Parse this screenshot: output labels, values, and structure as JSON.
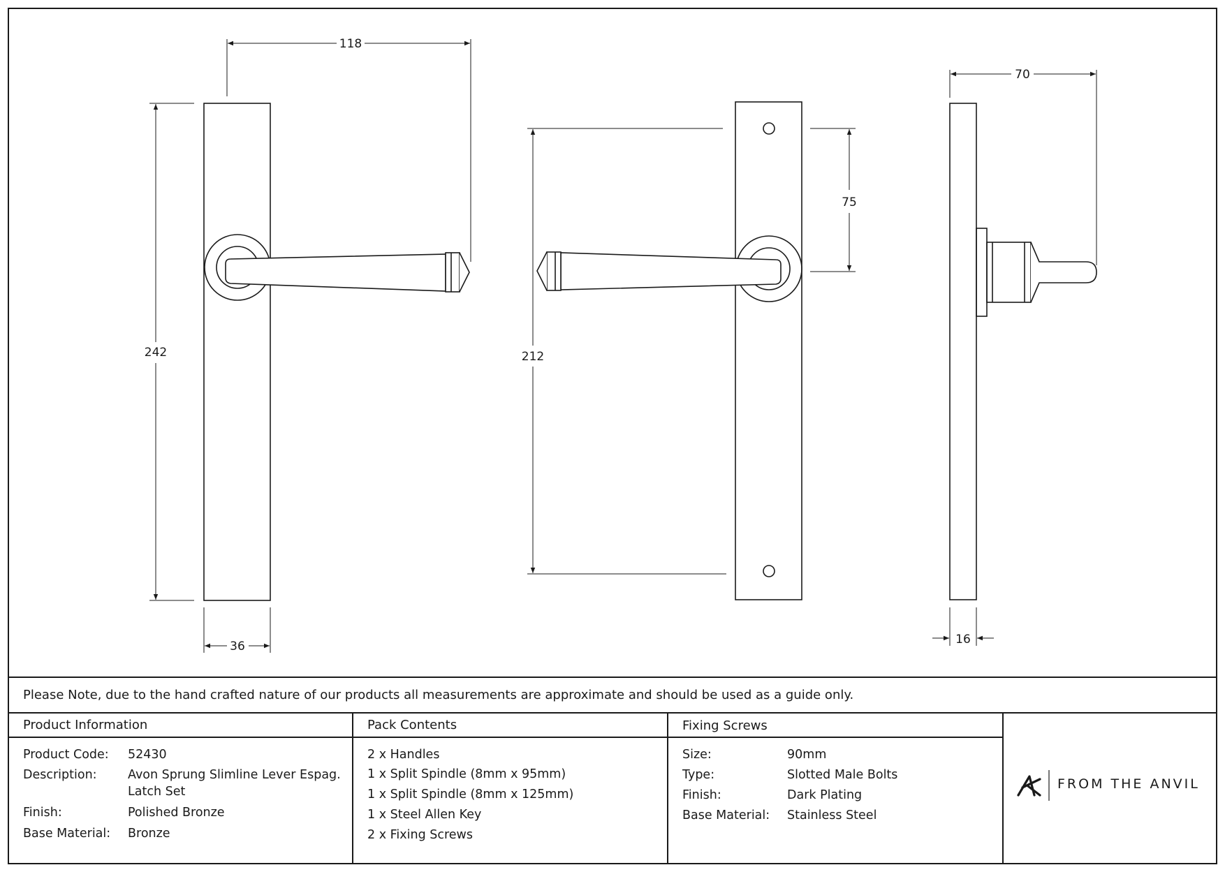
{
  "dimensions": {
    "front_width_overall": "118",
    "front_height": "242",
    "front_plate_width": "36",
    "back_fixing_centres": "212",
    "back_spindle_offset": "75",
    "side_projection": "70",
    "side_plate_depth": "16"
  },
  "note": "Please Note, due to the hand crafted nature of our products all measurements are approximate and should be used as a guide only.",
  "product_info": {
    "header": "Product Information",
    "rows": [
      {
        "label": "Product Code:",
        "value": "52430"
      },
      {
        "label": "Description:",
        "value": "Avon Sprung Slimline Lever Espag.",
        "value2": "Latch Set"
      },
      {
        "label": "Finish:",
        "value": "Polished Bronze"
      },
      {
        "label": "Base Material:",
        "value": "Bronze"
      }
    ]
  },
  "pack_contents": {
    "header": "Pack Contents",
    "items": [
      "2 x Handles",
      "1 x Split Spindle (8mm x 95mm)",
      "1 x Split Spindle (8mm x 125mm)",
      "1 x Steel Allen Key",
      "2 x Fixing Screws"
    ]
  },
  "fixing_screws": {
    "header": "Fixing Screws",
    "rows": [
      {
        "label": "Size:",
        "value": "90mm"
      },
      {
        "label": "Type:",
        "value": "Slotted Male Bolts"
      },
      {
        "label": "Finish:",
        "value": "Dark Plating"
      },
      {
        "label": "Base Material:",
        "value": "Stainless Steel"
      }
    ]
  },
  "brand": {
    "name": "FROM THE ANVIL",
    "logo_icon": "anvil-logo-icon"
  }
}
